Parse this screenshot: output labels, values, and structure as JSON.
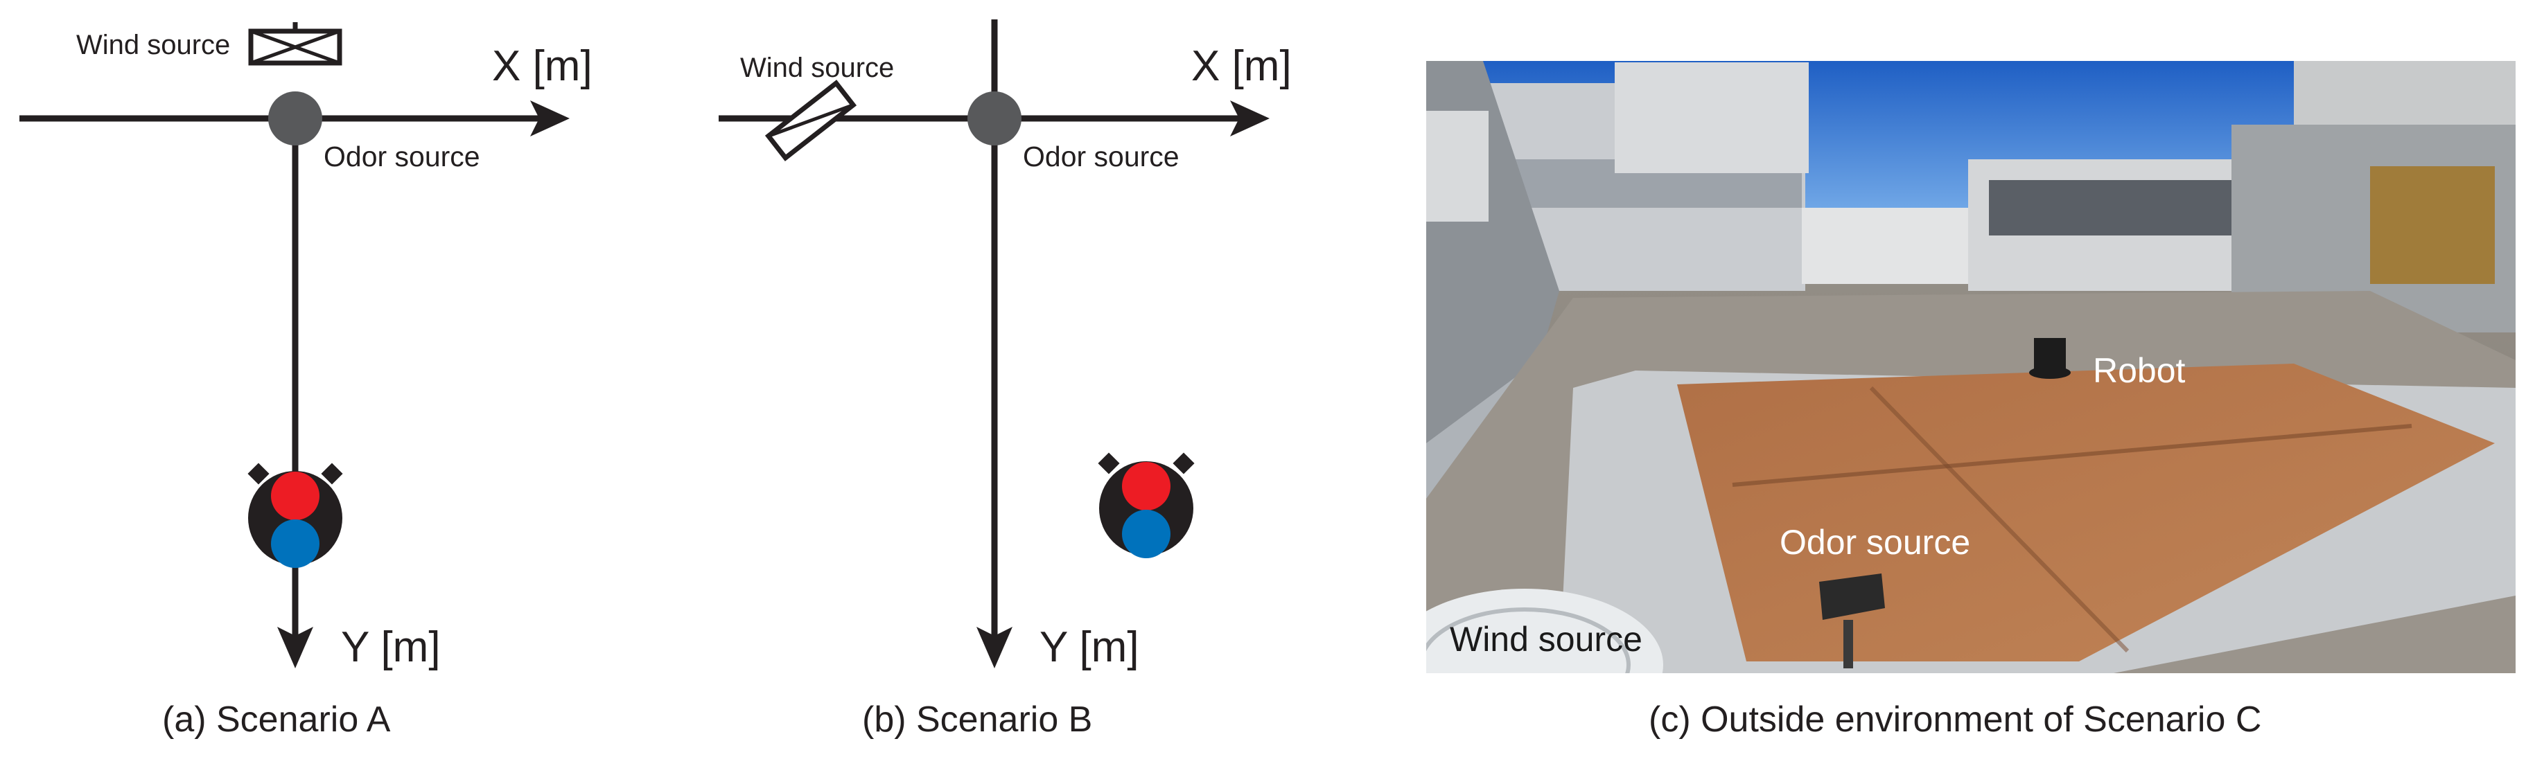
{
  "panel_a": {
    "wind_source_label": "Wind source",
    "odor_source_label": "Odor source",
    "x_axis_label": "X [m]",
    "y_axis_label": "Y [m]",
    "caption": "(a) Scenario A"
  },
  "panel_b": {
    "wind_source_label": "Wind source",
    "odor_source_label": "Odor source",
    "x_axis_label": "X [m]",
    "y_axis_label": "Y [m]",
    "caption": "(b) Scenario B"
  },
  "panel_c": {
    "robot_label": "Robot",
    "odor_source_label": "Odor source",
    "wind_source_label": "Wind source",
    "caption": "(c) Outside environment of Scenario C"
  },
  "colors": {
    "axis": "#231f20",
    "odor_source": "#58595b",
    "robot_body": "#231f20",
    "robot_front": "#ed1c24",
    "robot_rear": "#0072bc",
    "sky": "#2f6fd0",
    "mat": "#b8764a"
  }
}
